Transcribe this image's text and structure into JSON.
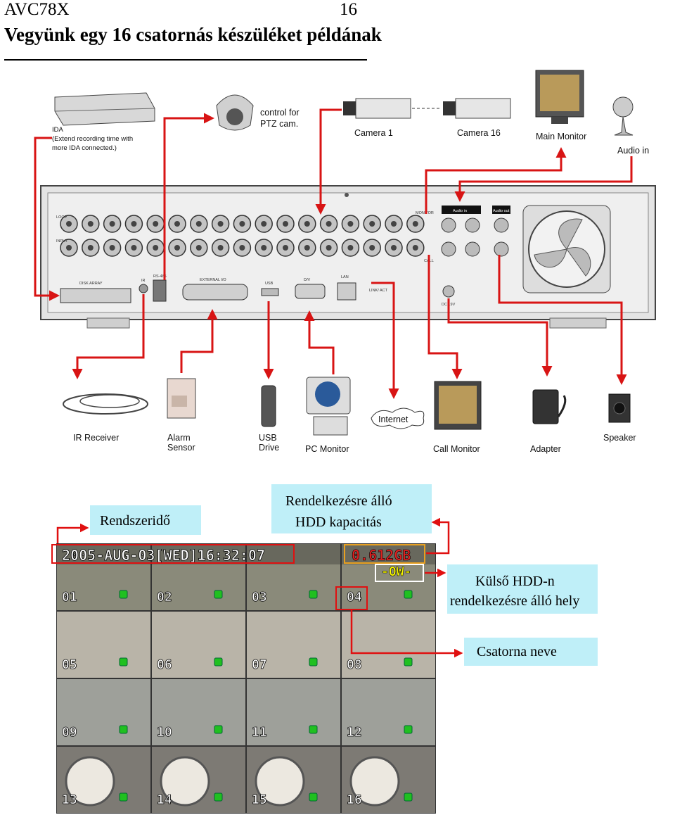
{
  "header": {
    "model": "AVC78X",
    "page_number": "16",
    "subtitle": "Vegyünk egy 16 csatornás készüléket példának"
  },
  "diagram": {
    "devices": {
      "ida": "IDA",
      "ida_note_1": "(Extend recording time with",
      "ida_note_2": "more IDA connected.)",
      "ptz_1": "control for",
      "ptz_2": "PTZ cam.",
      "camera_first": "Camera 1",
      "camera_last": "Camera 16",
      "main_monitor": "Main Monitor",
      "audio_in": "Audio in",
      "ir_receiver": "IR Receiver",
      "alarm_1": "Alarm",
      "alarm_2": "Sensor",
      "usb_1": "USB",
      "usb_2": "Drive",
      "pc_monitor": "PC  Monitor",
      "internet": "Internet",
      "call_monitor": "Call Monitor",
      "adapter": "Adapter",
      "speaker": "Speaker"
    },
    "panel": {
      "loop": "LOOP",
      "input": "INPUT",
      "disk_array": "DISK ARRAY",
      "ir": "IR",
      "rs485": "RS-485",
      "external_io": "EXTERNAL I/O",
      "usb": "USB",
      "dvi": "D/V",
      "lan": "LAN",
      "link_act": "LINK/ ACT",
      "monitor": "MONITOR",
      "call": "CALL",
      "audio_in": "Audio in",
      "audio_out": "Audio out",
      "dc": "DC 19V"
    }
  },
  "screen": {
    "callouts": {
      "system_time": "Rendszeridő",
      "hdd_capacity_1": "Rendelkezésre álló",
      "hdd_capacity_2": "HDD kapacitás",
      "external_hdd_1": "Külső HDD-n",
      "external_hdd_2": "rendelkezésre álló hely",
      "channel_name": "Csatorna neve"
    },
    "datetime": "2005-AUG-03[WED]16:32:07",
    "hdd_free": "0.612GB",
    "ext_hdd": "-OW-",
    "channels": [
      "01",
      "02",
      "03",
      "04",
      "05",
      "06",
      "07",
      "08",
      "09",
      "10",
      "11",
      "12",
      "13",
      "14",
      "15",
      "16"
    ],
    "colors": {
      "arrow": "#e01010",
      "callout_bg": "#bfeff8",
      "osd_box": "#e8a020",
      "status_dot": "#20c020"
    }
  }
}
